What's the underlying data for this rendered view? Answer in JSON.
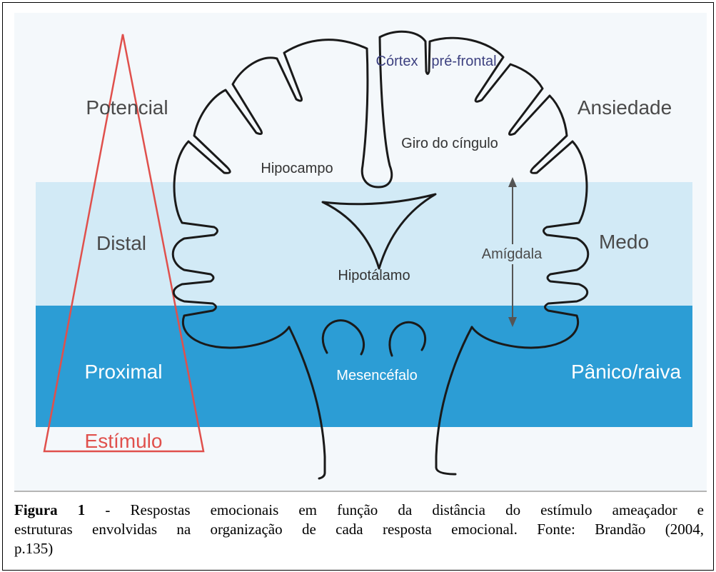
{
  "figure": {
    "distance_levels": {
      "potential": "Potencial",
      "distal": "Distal",
      "proximal": "Proximal",
      "stimulus": "Estímulo"
    },
    "emotional_responses": {
      "anxiety": "Ansiedade",
      "fear": "Medo",
      "panic": "Pânico/raiva"
    },
    "brain_structures": {
      "cortex": "Córtex",
      "prefrontal": "pré-frontal",
      "cingulate": "Giro do cíngulo",
      "hippocampus": "Hipocampo",
      "hypothalamus": "Hipotálamo",
      "amygdala": "Amígdala",
      "midbrain": "Mesencéfalo"
    },
    "colors": {
      "background": "#f4f8fb",
      "distal_band": "#d2eaf6",
      "proximal_band": "#2c9dd5",
      "triangle": "#e0504c",
      "outline": "#1a1a1a",
      "label": "#4a4a4a",
      "structure_label": "#333333",
      "cortex_label": "#3d4180",
      "arrow": "#555555",
      "light_label": "#ffffff",
      "figure_edge": "#b5b5b5"
    }
  },
  "caption": {
    "label": "Figura 1",
    "line1": " - Respostas emocionais em função da distância do estímulo ameaçador e",
    "line2": "estruturas envolvidas na organização de cada resposta emocional. Fonte: Brandão (2004,",
    "line3": "p.135)"
  }
}
